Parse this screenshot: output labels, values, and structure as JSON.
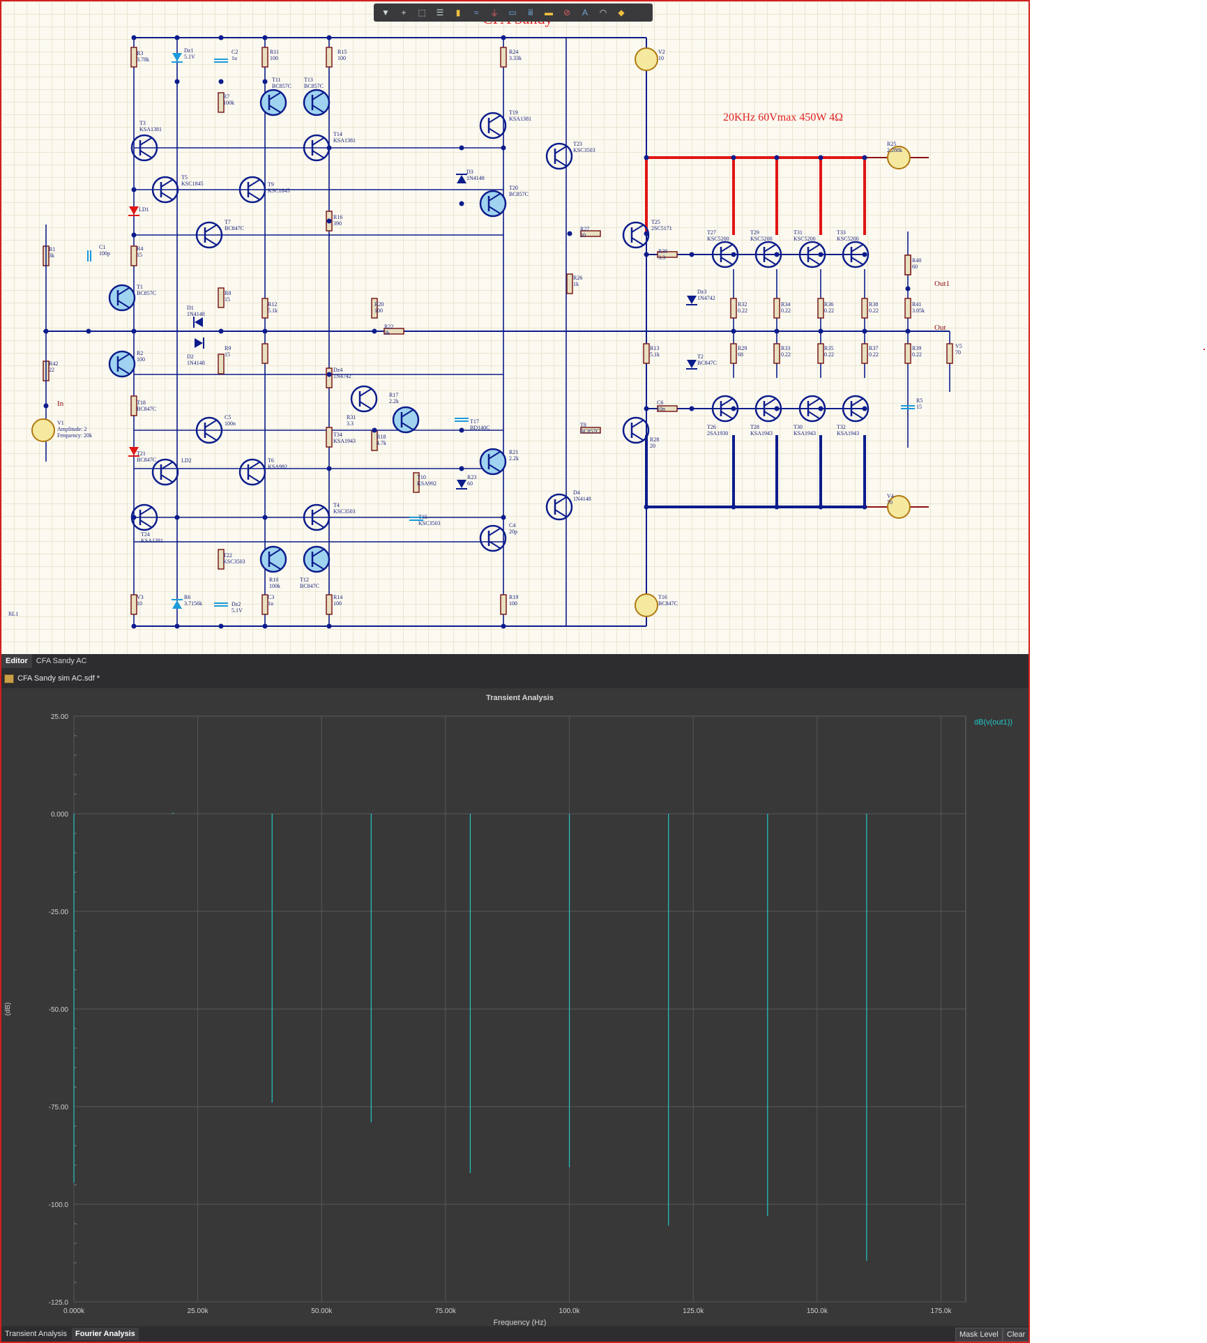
{
  "schematic": {
    "title": "CFA Sandy",
    "spec": "20KHz 60Vmax 450W 4Ω",
    "net_labels": [
      "In",
      "Out1",
      "Out"
    ],
    "components": [
      {
        "ref": "R3",
        "value": "3.78k"
      },
      {
        "ref": "Dz1",
        "value": "5.1V"
      },
      {
        "ref": "C2",
        "value": "1u"
      },
      {
        "ref": "R11",
        "value": "100"
      },
      {
        "ref": "R15",
        "value": "100"
      },
      {
        "ref": "R24",
        "value": "3.33k"
      },
      {
        "ref": "V2",
        "value": "10"
      },
      {
        "ref": "T11",
        "value": "BC857C"
      },
      {
        "ref": "T13",
        "value": "BC857C"
      },
      {
        "ref": "R7",
        "value": "100k"
      },
      {
        "ref": "T3",
        "value": "KSA1381"
      },
      {
        "ref": "T14",
        "value": "KSA1381"
      },
      {
        "ref": "T19",
        "value": "KSA1381"
      },
      {
        "ref": "T23",
        "value": "KSC3503"
      },
      {
        "ref": "T5",
        "value": "KSC1845"
      },
      {
        "ref": "T9",
        "value": "KSC1845"
      },
      {
        "ref": "D3",
        "value": "1N4148"
      },
      {
        "ref": "T20",
        "value": "BC857C"
      },
      {
        "ref": "LD1",
        "value": ""
      },
      {
        "ref": "R16",
        "value": "390"
      },
      {
        "ref": "T7",
        "value": "BC847C"
      },
      {
        "ref": "R27",
        "value": "20"
      },
      {
        "ref": "T25",
        "value": "2SC5171"
      },
      {
        "ref": "R1",
        "value": "3k"
      },
      {
        "ref": "C1",
        "value": "100p"
      },
      {
        "ref": "R4",
        "value": "15"
      },
      {
        "ref": "R30",
        "value": "3.3"
      },
      {
        "ref": "T27",
        "value": "KSC5200"
      },
      {
        "ref": "T29",
        "value": "KSC5200"
      },
      {
        "ref": "T31",
        "value": "KSC5200"
      },
      {
        "ref": "T33",
        "value": "KSC5200"
      },
      {
        "ref": "R40",
        "value": "60"
      },
      {
        "ref": "R26",
        "value": "1k"
      },
      {
        "ref": "T1",
        "value": "BC857C"
      },
      {
        "ref": "R8",
        "value": "15"
      },
      {
        "ref": "R12",
        "value": "5.1k"
      },
      {
        "ref": "R20",
        "value": "100"
      },
      {
        "ref": "Dz3",
        "value": "1N4742"
      },
      {
        "ref": "R41",
        "value": "3.05k"
      },
      {
        "ref": "D1",
        "value": "1N4148"
      },
      {
        "ref": "R32",
        "value": "0.22"
      },
      {
        "ref": "R34",
        "value": "0.22"
      },
      {
        "ref": "R36",
        "value": "0.22"
      },
      {
        "ref": "R38",
        "value": "0.22"
      },
      {
        "ref": "R22",
        "value": "3k"
      },
      {
        "ref": "D2",
        "value": "1N4148"
      },
      {
        "ref": "R9",
        "value": "15"
      },
      {
        "ref": "R13",
        "value": "5.1k"
      },
      {
        "ref": "R29",
        "value": "68"
      },
      {
        "ref": "R33",
        "value": "0.22"
      },
      {
        "ref": "R35",
        "value": "0.22"
      },
      {
        "ref": "R37",
        "value": "0.22"
      },
      {
        "ref": "R39",
        "value": "0.22"
      },
      {
        "ref": "R42",
        "value": "22"
      },
      {
        "ref": "R2",
        "value": "100"
      },
      {
        "ref": "T2",
        "value": "BC847C"
      },
      {
        "ref": "Dz4",
        "value": "1N4742"
      },
      {
        "ref": "R17",
        "value": "2.2k"
      },
      {
        "ref": "T18",
        "value": "BC847C"
      },
      {
        "ref": "R5",
        "value": "15"
      },
      {
        "ref": "C6",
        "value": "10n"
      },
      {
        "ref": "R31",
        "value": "3.3"
      },
      {
        "ref": "T17",
        "value": "BD140C"
      },
      {
        "ref": "C5",
        "value": "100n"
      },
      {
        "ref": "T8",
        "value": "BC857C"
      },
      {
        "ref": "R28",
        "value": "20"
      },
      {
        "ref": "T26",
        "value": "2SA1930"
      },
      {
        "ref": "T28",
        "value": "KSA1943"
      },
      {
        "ref": "T30",
        "value": "KSA1943"
      },
      {
        "ref": "T32",
        "value": "KSA1943"
      },
      {
        "ref": "T34",
        "value": "KSA1943"
      },
      {
        "ref": "R18",
        "value": "4.7k"
      },
      {
        "ref": "R21",
        "value": "2.2k"
      },
      {
        "ref": "T21",
        "value": "BC847C"
      },
      {
        "ref": "LD2",
        "value": ""
      },
      {
        "ref": "T6",
        "value": "KSA992"
      },
      {
        "ref": "T10",
        "value": "KSA992"
      },
      {
        "ref": "R23",
        "value": "60"
      },
      {
        "ref": "D4",
        "value": "1N4148"
      },
      {
        "ref": "T24",
        "value": "KSA1381"
      },
      {
        "ref": "T4",
        "value": "KSC3503"
      },
      {
        "ref": "T15",
        "value": "KSC3503"
      },
      {
        "ref": "C4",
        "value": "20p"
      },
      {
        "ref": "T22",
        "value": "KSC3503"
      },
      {
        "ref": "R10",
        "value": "100k"
      },
      {
        "ref": "T12",
        "value": "BC847C"
      },
      {
        "ref": "T16",
        "value": "BC847C"
      },
      {
        "ref": "V3",
        "value": "10"
      },
      {
        "ref": "R6",
        "value": "3.7156k"
      },
      {
        "ref": "Dz2",
        "value": "5.1V"
      },
      {
        "ref": "C3",
        "value": "1u"
      },
      {
        "ref": "R14",
        "value": "100"
      },
      {
        "ref": "R19",
        "value": "100"
      },
      {
        "ref": "R25",
        "value": "2.288k"
      },
      {
        "ref": "V4",
        "value": "70"
      },
      {
        "ref": "V5",
        "value": "70"
      },
      {
        "ref": "RL1",
        "value": ""
      }
    ],
    "source_v1": {
      "ref": "V1",
      "amplitude": "Amplitude: 2",
      "frequency": "Frequency: 20k"
    }
  },
  "toolbar": {
    "icons": [
      "filter-icon",
      "crosshair-icon",
      "select-rect-icon",
      "align-icon",
      "component-icon",
      "wire-icon",
      "power-port-icon",
      "bus-icon",
      "net-label-icon",
      "port-icon",
      "no-erc-icon",
      "text-icon",
      "arc-icon",
      "probe-icon"
    ]
  },
  "editor_tabs": [
    "Editor",
    "CFA Sandy AC"
  ],
  "document": {
    "name": "CFA Sandy sim AC.sdf *"
  },
  "chart_data": {
    "type": "bar",
    "title": "Transient Analysis",
    "xlabel": "Frequency (Hz)",
    "ylabel": "(dB)",
    "xlim": [
      0,
      180000
    ],
    "ylim": [
      -125,
      25
    ],
    "x_ticks": [
      "0.000k",
      "25.00k",
      "50.00k",
      "75.00k",
      "100.0k",
      "125.0k",
      "150.0k",
      "175.0k"
    ],
    "y_ticks": [
      "25.00",
      "0.000",
      "-25.00",
      "-50.00",
      "-75.00",
      "-100.0",
      "-125.0"
    ],
    "grid": true,
    "legend_placement": "top-right",
    "series": [
      {
        "name": "dB(v(out1))",
        "color": "#23c6c6",
        "x": [
          0,
          20000,
          40000,
          60000,
          80000,
          100000,
          120000,
          140000,
          160000
        ],
        "values": [
          -94.5,
          0.3,
          -74.0,
          -79.0,
          -92.0,
          -90.5,
          -105.5,
          -103.0,
          -114.5
        ]
      }
    ]
  },
  "bottom_tabs": [
    "Transient Analysis",
    "Fourier Analysis"
  ],
  "bottom_buttons": [
    "Mask Level",
    "Clear"
  ],
  "colors": {
    "accent_trace": "#23c6c6",
    "wire": "#0c1c8c",
    "title_red": "#e02020",
    "frame_red": "#d21f1f"
  }
}
